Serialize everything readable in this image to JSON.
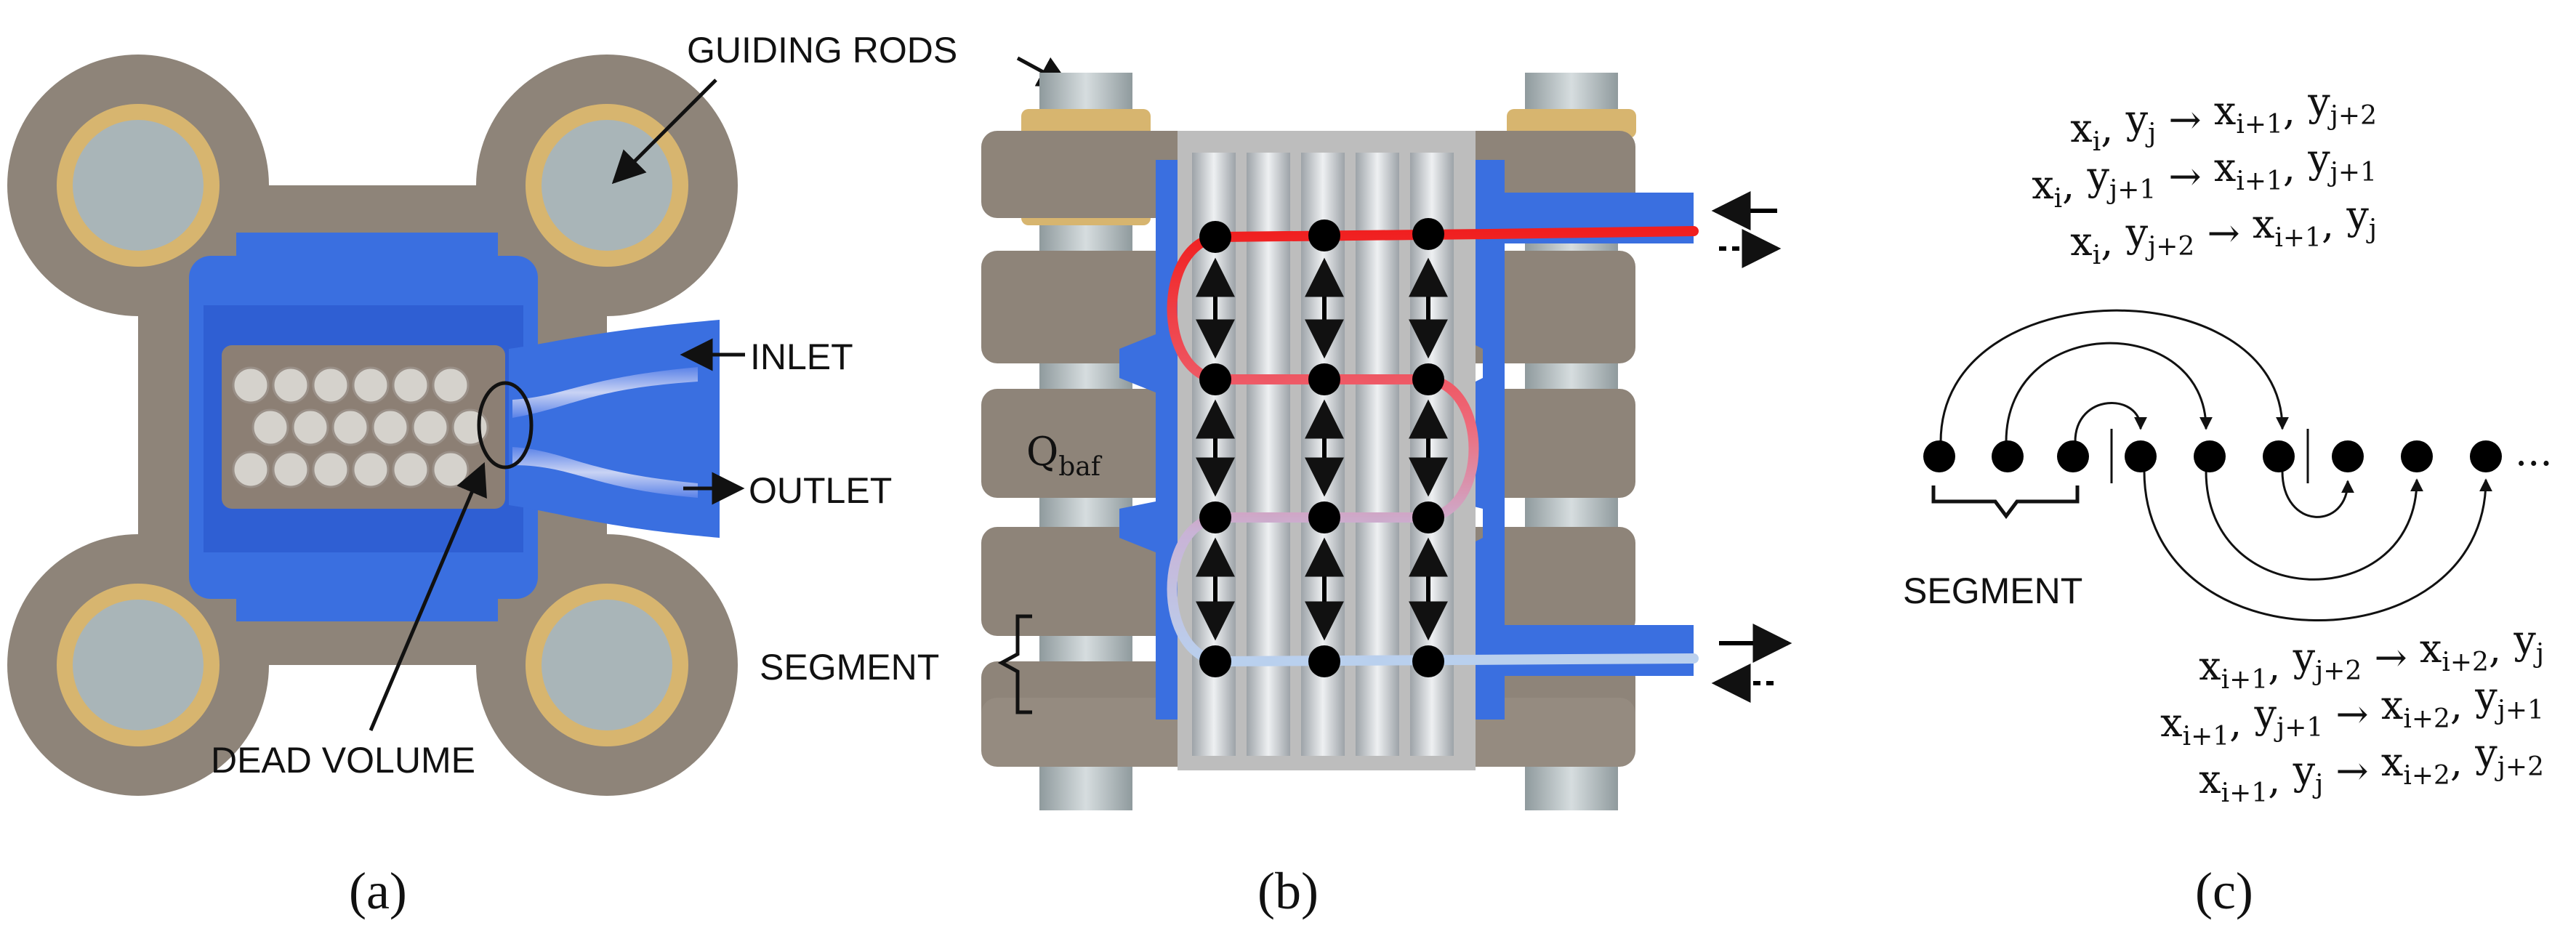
{
  "panels": {
    "a": {
      "label": "(a)",
      "guiding_rods": "GUIDING RODS",
      "inlet": "INLET",
      "outlet": "OUTLET",
      "dead_volume": "DEAD VOLUME"
    },
    "b": {
      "label": "(b)",
      "q_main": "Q",
      "q_sub": "baf",
      "segment": "SEGMENT"
    },
    "c": {
      "label": "(c)",
      "segment": "SEGMENT",
      "ellipsis": "...",
      "top_rules": [
        {
          "a": "x",
          "as": "i",
          "b": "y",
          "bs": "j",
          "c": "x",
          "cs": "i+1",
          "d": "y",
          "ds": "j+2"
        },
        {
          "a": "x",
          "as": "i",
          "b": "y",
          "bs": "j+1",
          "c": "x",
          "cs": "i+1",
          "d": "y",
          "ds": "j+1"
        },
        {
          "a": "x",
          "as": "i",
          "b": "y",
          "bs": "j+2",
          "c": "x",
          "cs": "i+1",
          "d": "y",
          "ds": "j"
        }
      ],
      "bottom_rules": [
        {
          "a": "x",
          "as": "i+1",
          "b": "y",
          "bs": "j+2",
          "c": "x",
          "cs": "i+2",
          "d": "y",
          "ds": "j"
        },
        {
          "a": "x",
          "as": "i+1",
          "b": "y",
          "bs": "j+1",
          "c": "x",
          "cs": "i+2",
          "d": "y",
          "ds": "j+1"
        },
        {
          "a": "x",
          "as": "i+1",
          "b": "y",
          "bs": "j",
          "c": "x",
          "cs": "i+2",
          "d": "y",
          "ds": "j+2"
        }
      ],
      "arrow_symbol": "→",
      "comma": ","
    }
  },
  "colors": {
    "blue": "#3a6fe0",
    "blue_dark": "#2550c0",
    "taupe": "#8e8479",
    "taupe_light": "#b3aba1",
    "rod": "#a9b5b8",
    "brass": "#d7b56f",
    "red": "#f01f1f",
    "pale_blue": "#b9d0ee"
  }
}
